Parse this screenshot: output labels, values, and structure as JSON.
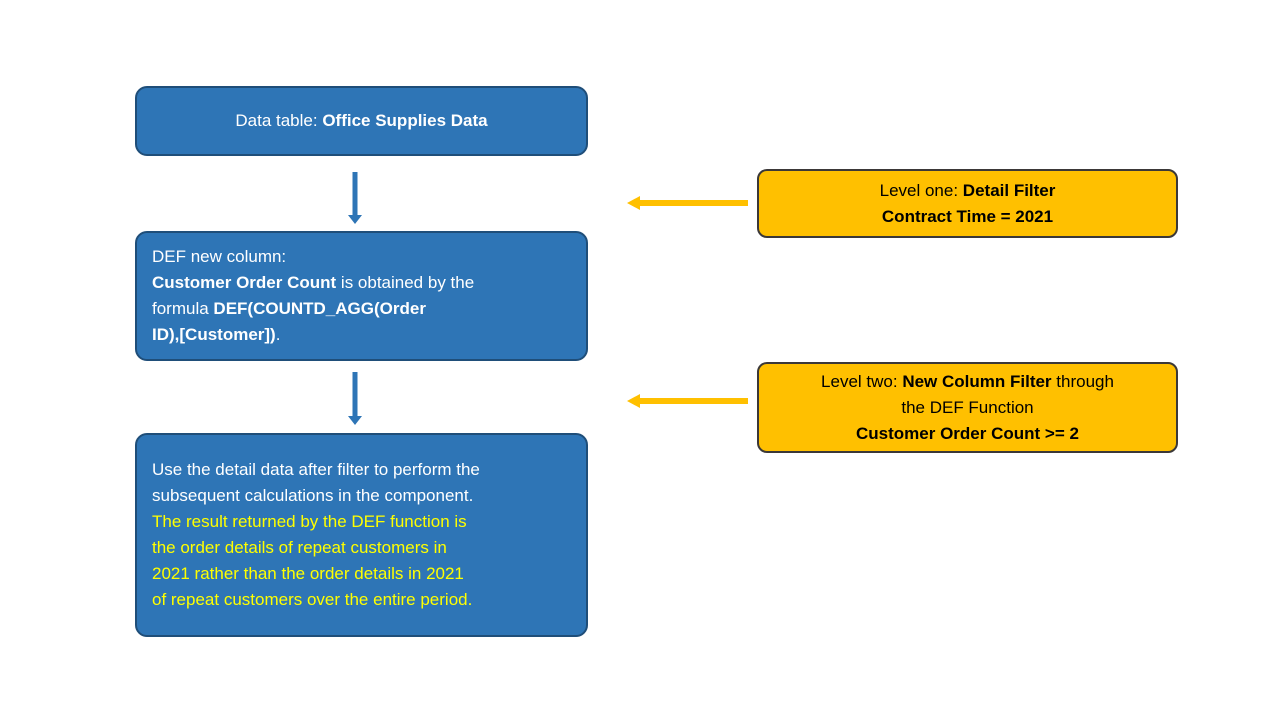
{
  "colors": {
    "background": "#FFFFFF",
    "flow_box_fill": "#2E75B6",
    "flow_box_border": "#1F4E79",
    "flow_text": "#FFFFFF",
    "flow_highlight_text": "#FFFF00",
    "callout_fill": "#FFC000",
    "callout_border": "#3B3838",
    "callout_text": "#000000",
    "blue_arrow_color": "#2E75B6",
    "yellow_arrow_color": "#FFC000"
  },
  "flow_boxes": [
    {
      "id": "data-table",
      "segments": [
        {
          "text": "Data table: "
        },
        {
          "text": "Office Supplies Data",
          "bold": true
        }
      ]
    },
    {
      "id": "def-new-column",
      "segments": [
        {
          "text": "DEF new column:\n"
        },
        {
          "text": "Customer Order Count",
          "bold": true
        },
        {
          "text": " is obtained by the\nformula "
        },
        {
          "text": "DEF(COUNTD_AGG(Order\nID),[Customer])",
          "bold": true
        },
        {
          "text": "."
        }
      ]
    },
    {
      "id": "result-note",
      "segments": [
        {
          "text": "Use the detail data after filter to perform the\nsubsequent calculations in the component.\n",
          "color": "#FFFFFF"
        },
        {
          "text": "The result returned by the DEF function is\nthe order details of repeat customers in\n2021 rather than the order details in 2021\nof repeat customers over the entire period.",
          "color": "#FFFF00"
        }
      ]
    }
  ],
  "callouts": [
    {
      "id": "level-one-filter",
      "segments": [
        {
          "text": "Level one: "
        },
        {
          "text": "Detail Filter",
          "bold": true
        },
        {
          "text": "\n"
        },
        {
          "text": "Contract Time = 2021",
          "bold": true
        }
      ]
    },
    {
      "id": "level-two-filter",
      "segments": [
        {
          "text": "Level two: "
        },
        {
          "text": "New Column Filter",
          "bold": true
        },
        {
          "text": " through\nthe DEF Function\n"
        },
        {
          "text": "Customer Order Count >= 2",
          "bold": true
        }
      ]
    }
  ],
  "arrows": [
    {
      "name": "flow-down-arrow-1",
      "direction": "down",
      "color": "#2E75B6"
    },
    {
      "name": "flow-down-arrow-2",
      "direction": "down",
      "color": "#2E75B6"
    },
    {
      "name": "callout-left-arrow-1",
      "direction": "left",
      "color": "#FFC000"
    },
    {
      "name": "callout-left-arrow-2",
      "direction": "left",
      "color": "#FFC000"
    }
  ]
}
